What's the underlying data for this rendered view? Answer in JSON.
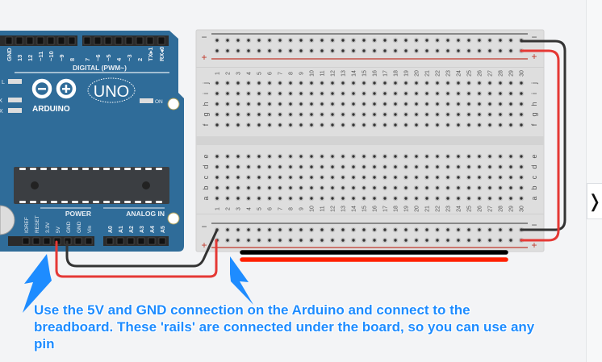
{
  "arduino": {
    "brand": "ARDUINO",
    "model": "UNO",
    "digital_header_label": "DIGITAL (PWM~)",
    "digital_pins": [
      "GND",
      "13",
      "12",
      "~11",
      "~10",
      "~9",
      "8",
      "7",
      "~6",
      "~5",
      "4",
      "~3",
      "2",
      "TX▸1",
      "RX◂0"
    ],
    "led_labels": [
      "L",
      "TX",
      "RX"
    ],
    "on_label": "ON",
    "power_label": "POWER",
    "analog_label": "ANALOG IN",
    "power_pins": [
      "IOREF",
      "RESET",
      "3.3V",
      "5V",
      "GND",
      "GND",
      "Vin"
    ],
    "analog_pins": [
      "A0",
      "A1",
      "A2",
      "A3",
      "A4",
      "A5"
    ],
    "board_color": "#2f6c99"
  },
  "breadboard": {
    "columns": 30,
    "top_rows": [
      "j",
      "i",
      "h",
      "g",
      "f"
    ],
    "bottom_rows": [
      "e",
      "d",
      "c",
      "b",
      "a"
    ],
    "rail_minus": "−",
    "rail_plus": "+"
  },
  "wires": {
    "power_color": "#e53935",
    "ground_color": "#333333"
  },
  "annotation": {
    "text": "Use the 5V and GND connection on the Arduino and connect to the breadboard. These 'rails' are connected under the board, so you can use any pin",
    "color": "#1e8cff"
  },
  "side_panel": {
    "collapse_icon": "❭"
  }
}
